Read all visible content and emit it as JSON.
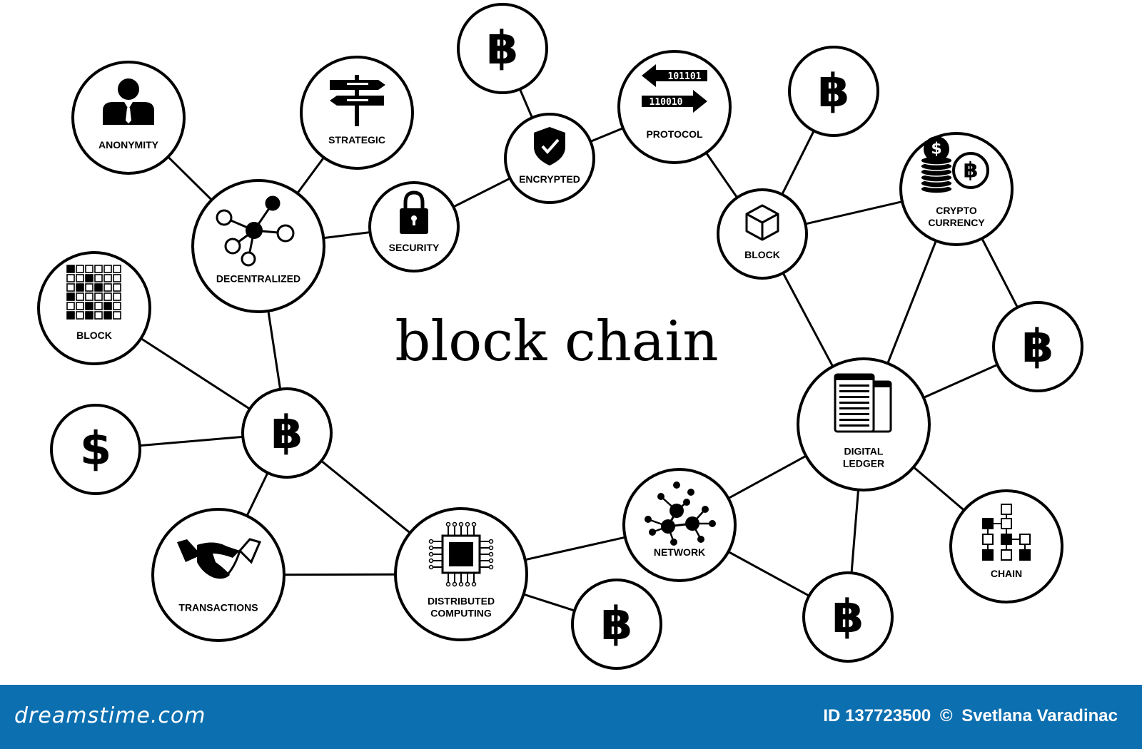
{
  "title": "block chain",
  "colors": {
    "stroke": "#000000",
    "footer_bg": "#0c6fb0",
    "footer_text": "#ffffff"
  },
  "nodes": [
    {
      "id": "anonymity",
      "label": [
        "ANONYMITY"
      ],
      "icon": "person-icon"
    },
    {
      "id": "strategic",
      "label": [
        "STRATEGIC"
      ],
      "icon": "signpost-icon"
    },
    {
      "id": "btc-top",
      "label": [],
      "icon": "bitcoin-icon"
    },
    {
      "id": "encrypted",
      "label": [
        "ENCRYPTED"
      ],
      "icon": "shield-check-icon"
    },
    {
      "id": "protocol",
      "label": [
        "PROTOCOL"
      ],
      "icon": "arrows-binary-icon",
      "binary": [
        "101101",
        "110010"
      ]
    },
    {
      "id": "btc-tr1",
      "label": [],
      "icon": "bitcoin-icon"
    },
    {
      "id": "decentralized",
      "label": [
        "DECENTRALIZED"
      ],
      "icon": "hub-network-icon"
    },
    {
      "id": "security",
      "label": [
        "SECURITY"
      ],
      "icon": "padlock-icon"
    },
    {
      "id": "block-right",
      "label": [
        "BLOCK"
      ],
      "icon": "cube-icon"
    },
    {
      "id": "crypto",
      "label": [
        "CRYPTO",
        "CURRENCY"
      ],
      "icon": "coins-icon"
    },
    {
      "id": "block-left",
      "label": [
        "BLOCK"
      ],
      "icon": "grid-icon"
    },
    {
      "id": "btc-right",
      "label": [],
      "icon": "bitcoin-icon"
    },
    {
      "id": "btc-center",
      "label": [],
      "icon": "bitcoin-icon"
    },
    {
      "id": "dollar",
      "label": [],
      "icon": "dollar-icon"
    },
    {
      "id": "ledger",
      "label": [
        "DIGITAL",
        "LEDGER"
      ],
      "icon": "documents-icon"
    },
    {
      "id": "network",
      "label": [
        "NETWORK"
      ],
      "icon": "molecule-network-icon"
    },
    {
      "id": "chain",
      "label": [
        "CHAIN"
      ],
      "icon": "flowchart-icon"
    },
    {
      "id": "transactions",
      "label": [
        "TRANSACTIONS"
      ],
      "icon": "handshake-icon"
    },
    {
      "id": "distributed",
      "label": [
        "DISTRIBUTED",
        "COMPUTING"
      ],
      "icon": "chip-icon"
    },
    {
      "id": "btc-bot1",
      "label": [],
      "icon": "bitcoin-icon"
    },
    {
      "id": "btc-bot2",
      "label": [],
      "icon": "bitcoin-icon"
    }
  ],
  "edges": [
    [
      "anonymity",
      "decentralized"
    ],
    [
      "strategic",
      "decentralized"
    ],
    [
      "decentralized",
      "security"
    ],
    [
      "security",
      "encrypted"
    ],
    [
      "encrypted",
      "btc-top"
    ],
    [
      "encrypted",
      "protocol"
    ],
    [
      "protocol",
      "block-right"
    ],
    [
      "block-right",
      "btc-tr1"
    ],
    [
      "block-right",
      "crypto"
    ],
    [
      "block-right",
      "ledger"
    ],
    [
      "crypto",
      "btc-right"
    ],
    [
      "crypto",
      "ledger"
    ],
    [
      "ledger",
      "btc-right"
    ],
    [
      "ledger",
      "network"
    ],
    [
      "ledger",
      "chain"
    ],
    [
      "ledger",
      "btc-bot2"
    ],
    [
      "network",
      "btc-bot2"
    ],
    [
      "network",
      "distributed"
    ],
    [
      "distributed",
      "btc-bot1"
    ],
    [
      "distributed",
      "transactions"
    ],
    [
      "distributed",
      "btc-center"
    ],
    [
      "btc-center",
      "transactions"
    ],
    [
      "btc-center",
      "dollar"
    ],
    [
      "btc-center",
      "block-left"
    ],
    [
      "btc-center",
      "decentralized"
    ]
  ],
  "footer": {
    "brand": "dreamstime.com",
    "id_text": "ID 137723500",
    "copyright_symbol": "©",
    "author": "Svetlana Varadinac"
  }
}
